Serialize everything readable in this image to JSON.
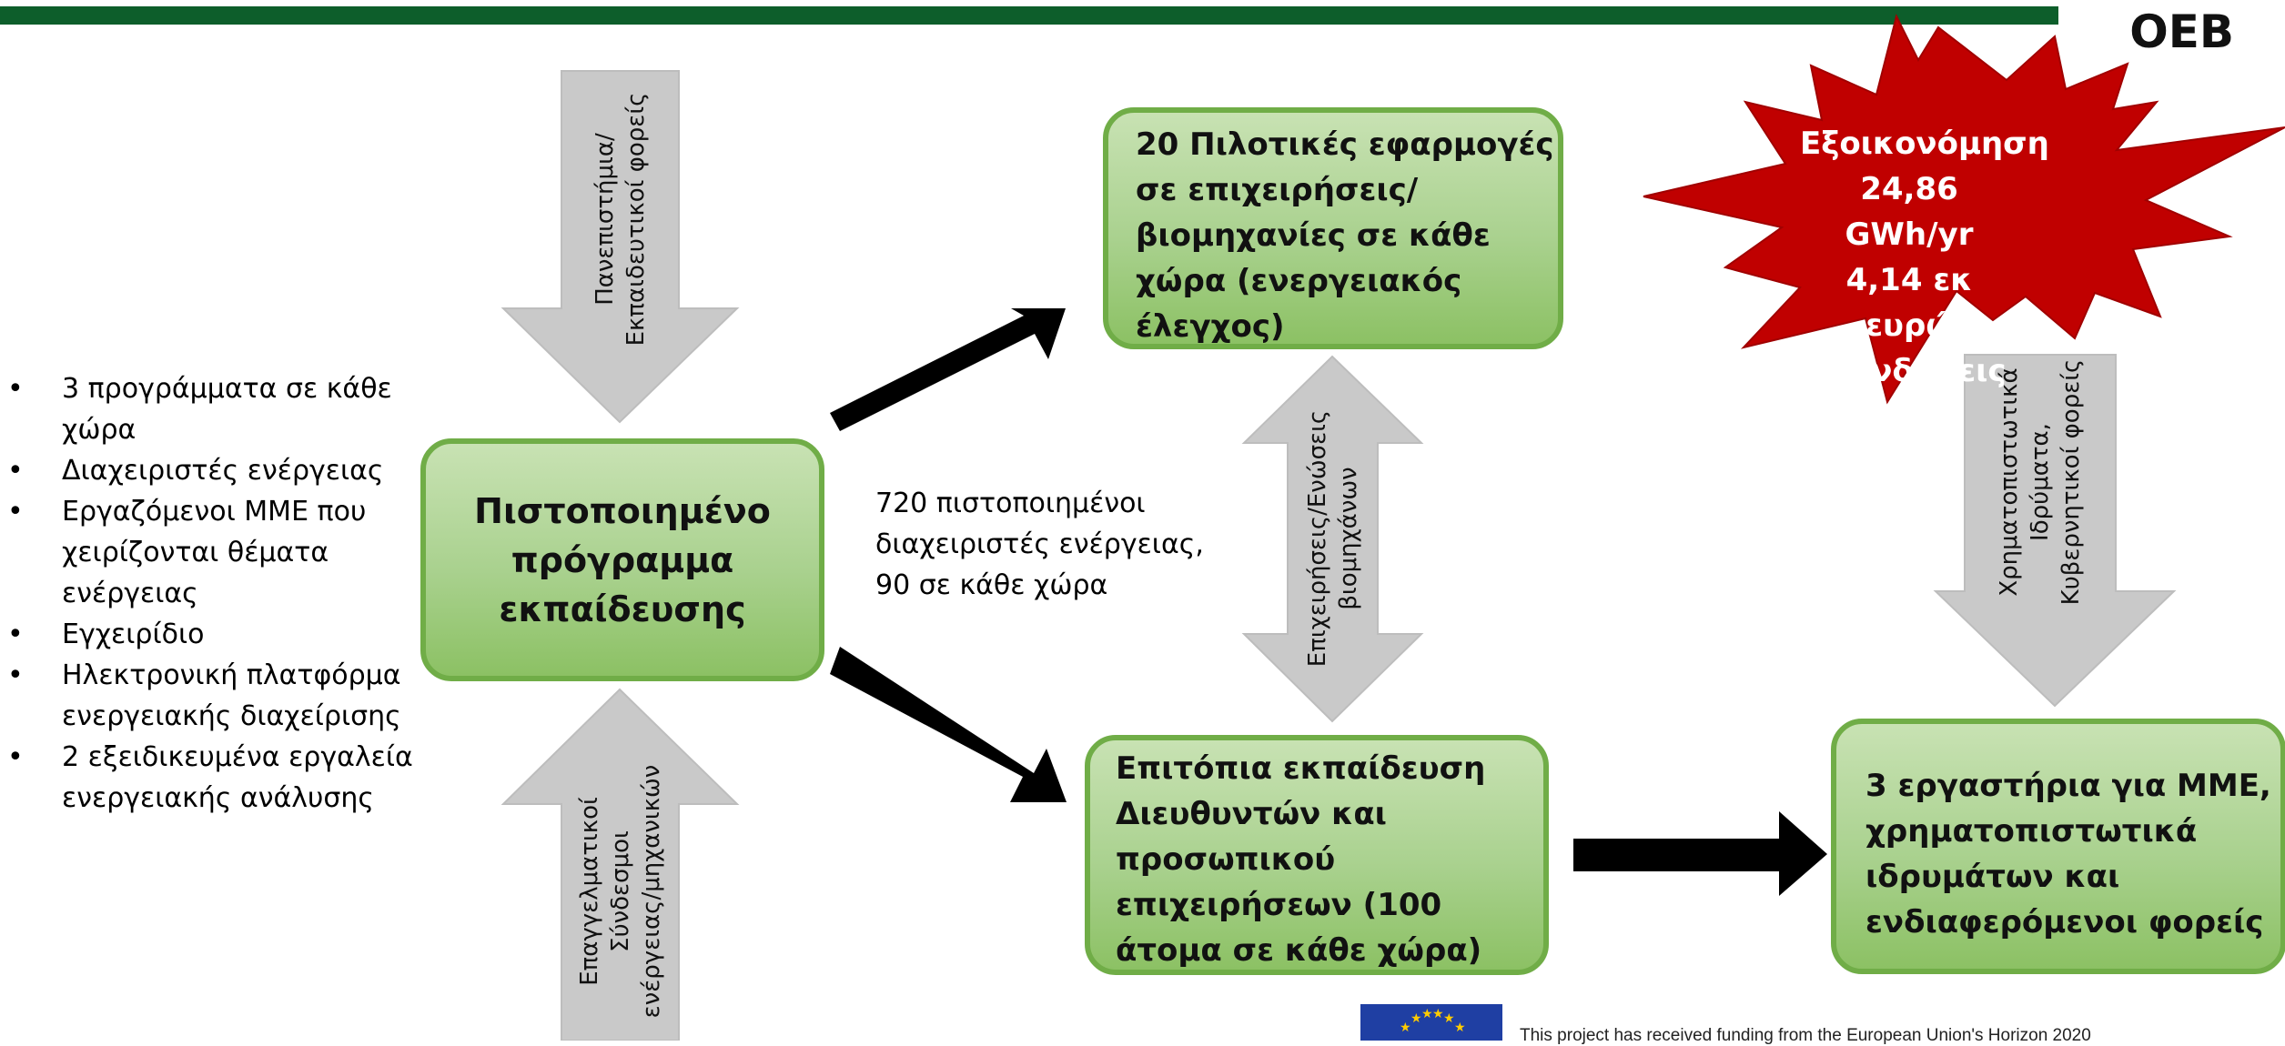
{
  "logo": "OEB",
  "bullets": [
    "3 προγράμματα σε κάθε χώρα",
    "Διαχειριστές ενέργειας",
    "Εργαζόμενοι ΜΜΕ που χειρίζονται θέματα ενέργειας",
    "Εγχειρίδιο",
    "Ηλεκτρονική πλατφόρμα ενεργειακής διαχείρισης",
    "2 εξειδικευμένα εργαλεία ενεργειακής ανάλυσης"
  ],
  "boxes": {
    "training_program": "Πιστοποιημένο\nπρόγραμμα\nεκπαίδευσης",
    "pilot_applications": "20 Πιλοτικές εφαρμογές\nσε επιχειρήσεις/\nβιομηχανίες σε κάθε\nχώρα (ενεργειακός\nέλεγχος)",
    "onsite_training": "Επιτόπια εκπαίδευση\nΔιευθυντών και\nπροσωπικού\nεπιχειρήσεων (100\nάτομα σε κάθε χώρα)",
    "workshops": "3 εργαστήρια για ΜΜΕ,\nχρηματοπιστωτικά\nιδρυμάτων και\nενδιαφερόμενοι φορείς"
  },
  "middle_note": "720 πιστοποιημένοι\nδιαχειριστές ενέργειας,\n90 σε κάθε χώρα",
  "arrow_labels": {
    "universities": "Πανεπιστήμια/\nΕκπαιδευτικοί φορείς",
    "professional_associations": "Επαγγελματικοί\nΣύνδεσμοι\nενέργειας/μηχανικών",
    "enterprises": "Επιχειρήσεις/Ενώσεις\nβιομηχάνων",
    "financial": "Χρηματοπιστωτικά\nΙδρύματα,\nΚυβερνητικοί φορείς"
  },
  "savings_star": "Εξοικονόμηση\n24,86 GWh/yr\n4,14 εκ ευρώ\nεπενδύσεις",
  "funding_text": "This project has received funding from the European Union's Horizon 2020",
  "colors": {
    "box_border": "#70ad47",
    "box_fill": "#a9d18e",
    "gray_arrow": "#c9c9c9",
    "star": "#c00000",
    "topbar": "#0d5e2b",
    "eu_blue": "#1f3fa3",
    "eu_star": "#ffcc00"
  }
}
